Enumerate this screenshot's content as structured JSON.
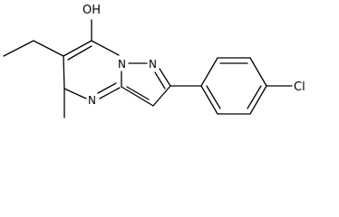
{
  "molecule": {
    "atoms": {
      "hydroxyl": "OH",
      "bridge_nitrogen": "N",
      "pyrazole_nitrogen": "N",
      "pyrimidine_nitrogen": "N",
      "chlorine": "Cl"
    }
  }
}
